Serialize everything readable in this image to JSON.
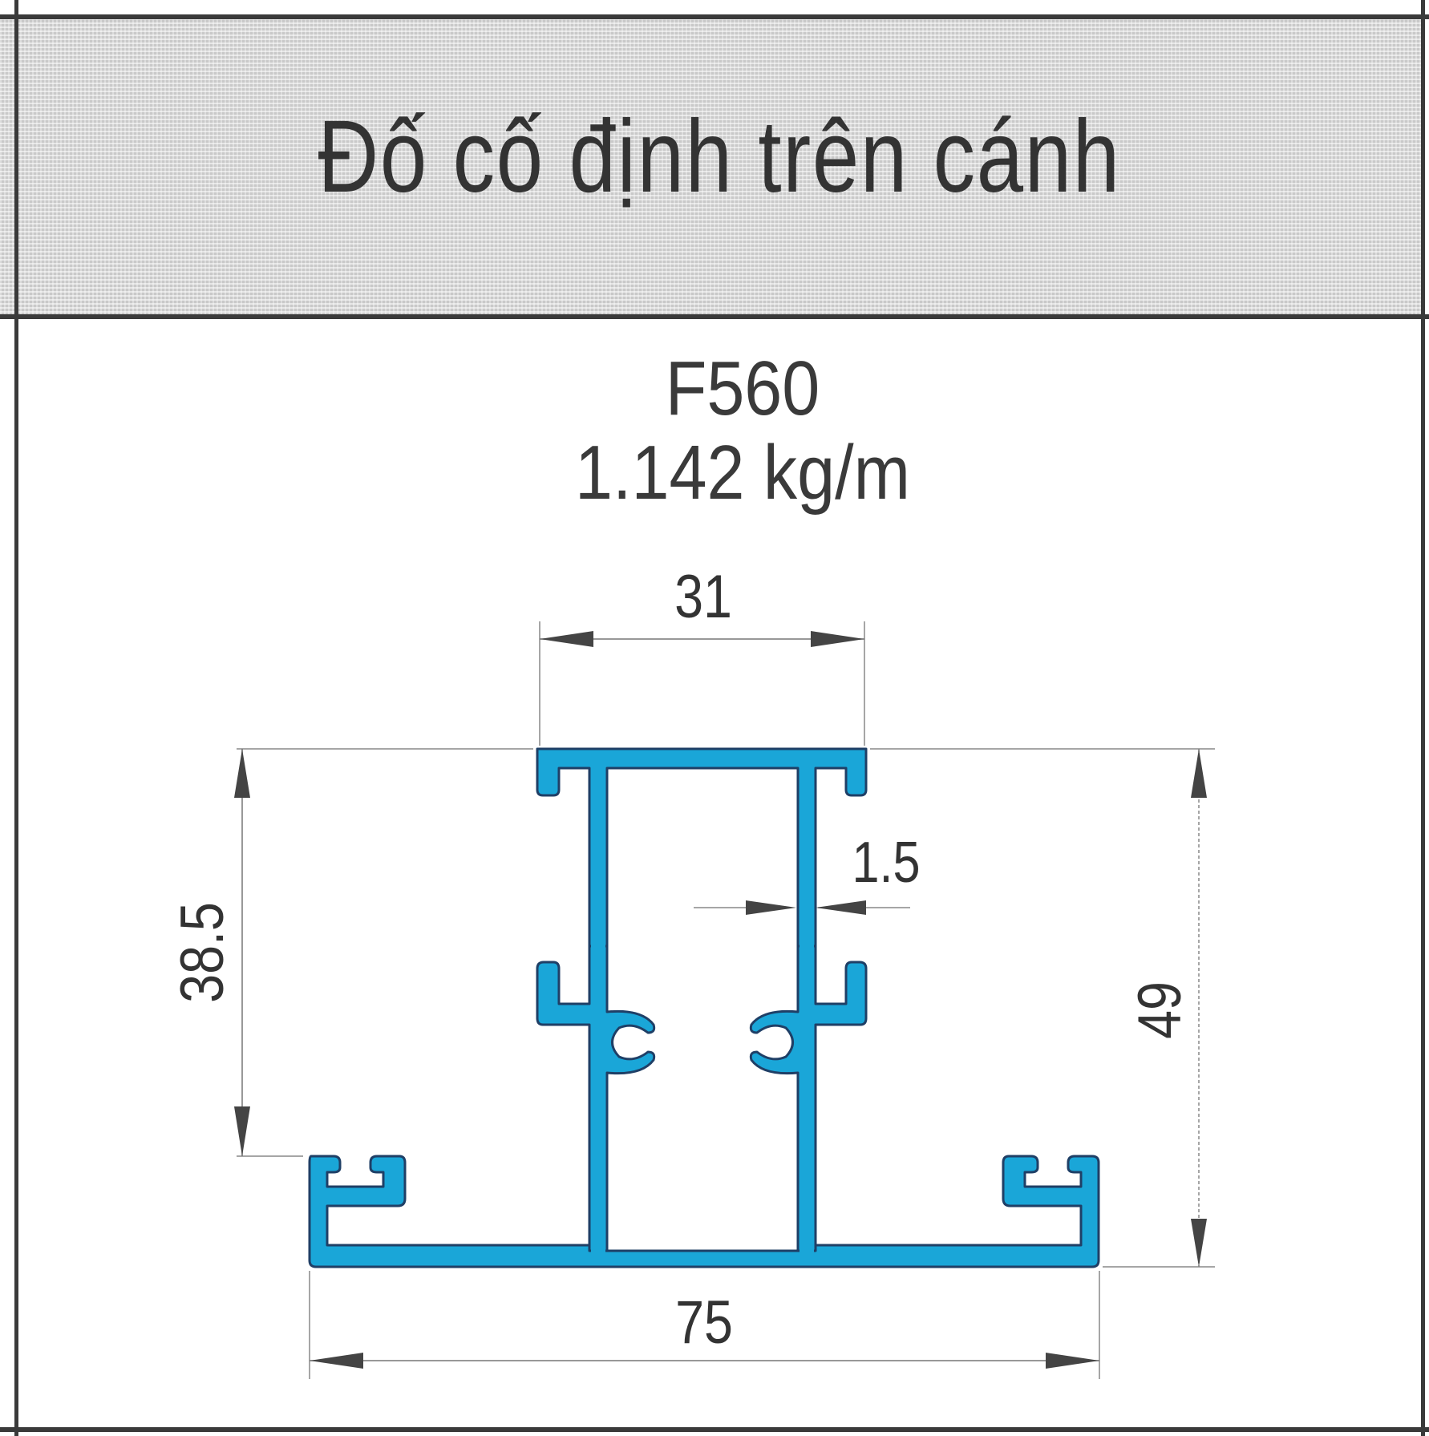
{
  "header": {
    "title": "Đố cố định trên cánh"
  },
  "profile": {
    "code": "F560",
    "weight": "1.142 kg/m",
    "fill_color": "#1aa6d8",
    "outline_color": "#1f3f66"
  },
  "dimensions": {
    "top_width": "31",
    "wall_thickness": "1.5",
    "left_height": "38.5",
    "right_height": "49",
    "bottom_width": "75"
  }
}
